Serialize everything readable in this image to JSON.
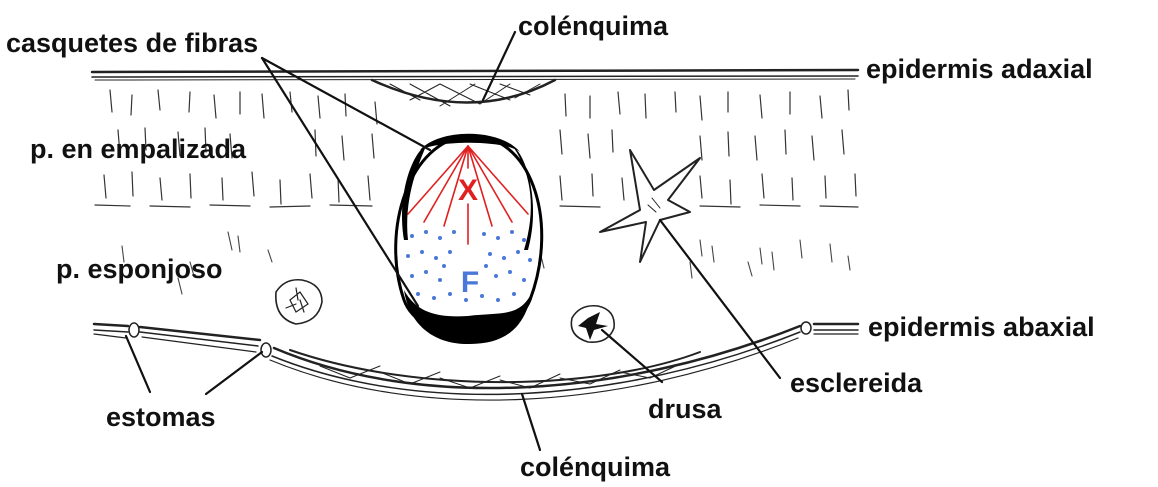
{
  "labels": {
    "colenquima_top": "colénquima",
    "casquetes": "casquetes de fibras",
    "epidermis_adaxial": "epidermis adaxial",
    "empalizada": "p. en empalizada",
    "esponjoso": "p. esponjoso",
    "epidermis_abaxial": "epidermis abaxial",
    "esclereida": "esclereida",
    "estomas": "estomas",
    "drusa": "drusa",
    "colenquima_bottom": "colénquima"
  },
  "bundle": {
    "xylem": "X",
    "phloem": "F"
  },
  "colors": {
    "xylem": "#e02020",
    "phloem": "#4a78d8",
    "ink": "#111111"
  }
}
